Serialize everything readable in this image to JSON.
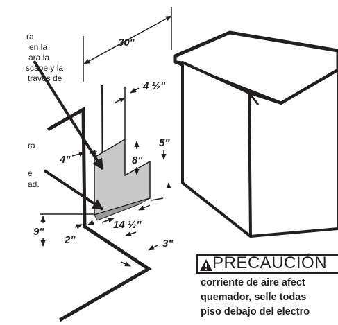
{
  "side_note_1": [
    "ra",
    "en la",
    "ara la",
    "scape y la",
    "través de"
  ],
  "side_note_2": [
    "ra",
    "e",
    "ad."
  ],
  "dimensions": {
    "width_total": "30\"",
    "offset_top": "4 ½\"",
    "height_upper": "5\"",
    "cutout_height": "8\"",
    "left_margin": "4\"",
    "bottom_height": "9\"",
    "bottom_width": "14 ½\"",
    "base_left": "2\"",
    "base_depth": "3\""
  },
  "caution": {
    "title": "PRECAUCIÓN",
    "lines": [
      "corriente de aire afect",
      "quemador, selle todas",
      "piso debajo del electro"
    ]
  },
  "colors": {
    "ink": "#231f20",
    "cutout_fill": "#c8c8c8"
  }
}
